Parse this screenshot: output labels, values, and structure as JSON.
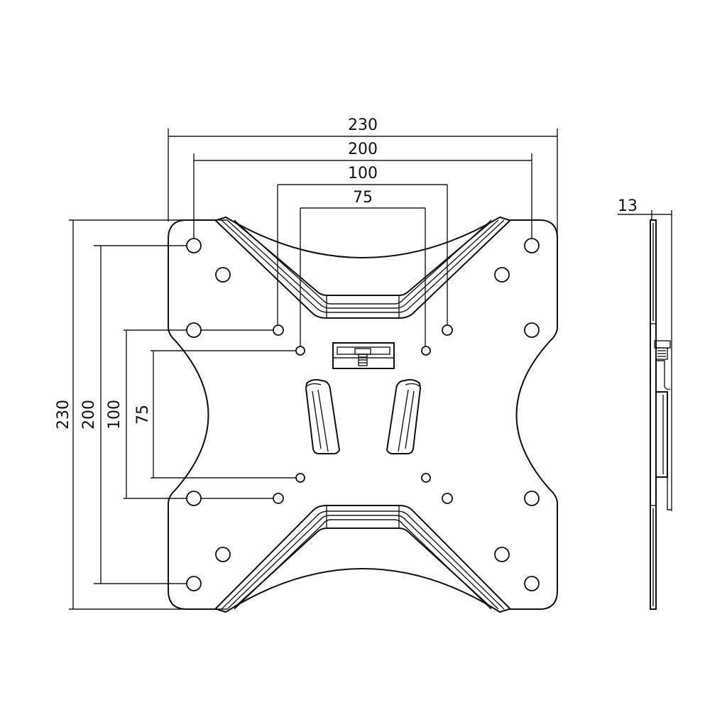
{
  "dimensions": {
    "width_overall": "230",
    "width_200": "200",
    "width_100": "100",
    "width_75": "75",
    "height_overall": "230",
    "height_200": "200",
    "height_100": "100",
    "height_75": "75",
    "depth": "13"
  }
}
